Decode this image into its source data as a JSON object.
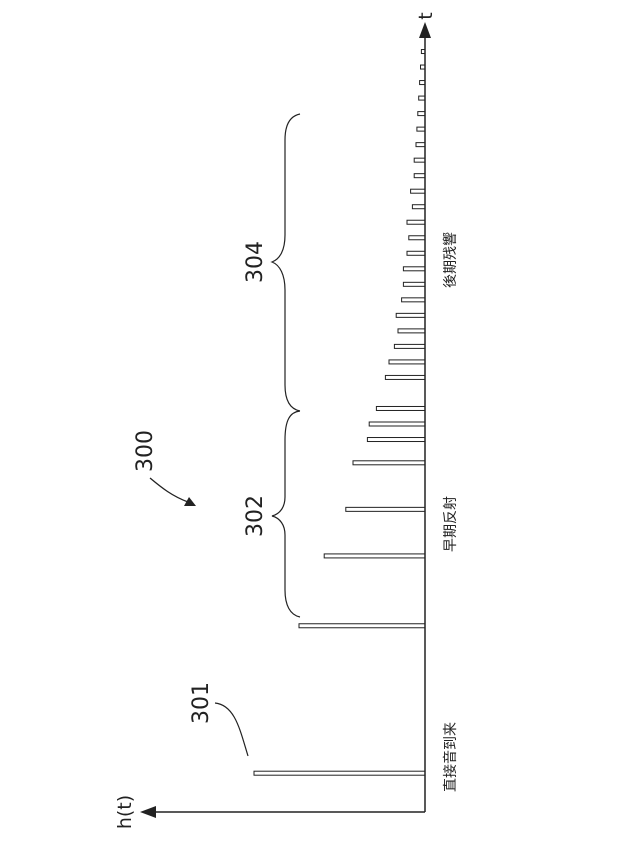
{
  "figure": {
    "ref_number": "300",
    "axis": {
      "y_label": "h(t)",
      "x_label": "t"
    },
    "direct_sound": {
      "ref_number": "301",
      "label": "直接音到来"
    },
    "early_reflections": {
      "ref_number": "302",
      "label": "早期反射"
    },
    "late_reverberation": {
      "ref_number": "304",
      "label": "後期残響"
    }
  },
  "chart_data": {
    "type": "bar",
    "description_free": true,
    "axes": {
      "x": "t",
      "y": "h(t)"
    },
    "direct_sound": [
      {
        "t": 0.05,
        "h": 0.95
      }
    ],
    "early_reflections": [
      {
        "t": 0.24,
        "h": 0.7
      },
      {
        "t": 0.33,
        "h": 0.56
      },
      {
        "t": 0.39,
        "h": 0.44
      },
      {
        "t": 0.45,
        "h": 0.4
      },
      {
        "t": 0.48,
        "h": 0.32
      },
      {
        "t": 0.5,
        "h": 0.31
      },
      {
        "t": 0.52,
        "h": 0.27
      }
    ],
    "late_reverberation": [
      {
        "t": 0.56,
        "h": 0.22
      },
      {
        "t": 0.58,
        "h": 0.2
      },
      {
        "t": 0.6,
        "h": 0.17
      },
      {
        "t": 0.62,
        "h": 0.15
      },
      {
        "t": 0.64,
        "h": 0.16
      },
      {
        "t": 0.66,
        "h": 0.13
      },
      {
        "t": 0.68,
        "h": 0.12
      },
      {
        "t": 0.7,
        "h": 0.12
      },
      {
        "t": 0.72,
        "h": 0.1
      },
      {
        "t": 0.74,
        "h": 0.09
      },
      {
        "t": 0.76,
        "h": 0.1
      },
      {
        "t": 0.78,
        "h": 0.07
      },
      {
        "t": 0.8,
        "h": 0.08
      },
      {
        "t": 0.82,
        "h": 0.06
      },
      {
        "t": 0.84,
        "h": 0.06
      },
      {
        "t": 0.86,
        "h": 0.05
      },
      {
        "t": 0.88,
        "h": 0.045
      },
      {
        "t": 0.9,
        "h": 0.04
      },
      {
        "t": 0.92,
        "h": 0.035
      },
      {
        "t": 0.94,
        "h": 0.03
      },
      {
        "t": 0.96,
        "h": 0.025
      },
      {
        "t": 0.98,
        "h": 0.02
      }
    ]
  }
}
